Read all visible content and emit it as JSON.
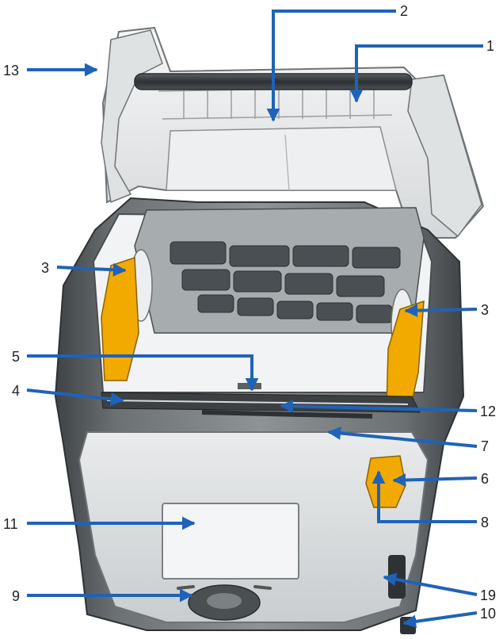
{
  "colors": {
    "arrow": "#1e63b8",
    "body_dark": "#505559",
    "body_mid": "#8c9194",
    "body_light": "#e6e8e9",
    "roll": "#3a3e42",
    "latch": "#f2a900",
    "screen": "#f4f5f6"
  },
  "callouts": [
    {
      "id": "1",
      "label": "1"
    },
    {
      "id": "2",
      "label": "2"
    },
    {
      "id": "13",
      "label": "13"
    },
    {
      "id": "3-left",
      "label": "3"
    },
    {
      "id": "3-right",
      "label": "3"
    },
    {
      "id": "5",
      "label": "5"
    },
    {
      "id": "4",
      "label": "4"
    },
    {
      "id": "12",
      "label": "12"
    },
    {
      "id": "7",
      "label": "7"
    },
    {
      "id": "11",
      "label": "11"
    },
    {
      "id": "6",
      "label": "6"
    },
    {
      "id": "8",
      "label": "8"
    },
    {
      "id": "9",
      "label": "9"
    },
    {
      "id": "19",
      "label": "19"
    },
    {
      "id": "10",
      "label": "10"
    }
  ]
}
